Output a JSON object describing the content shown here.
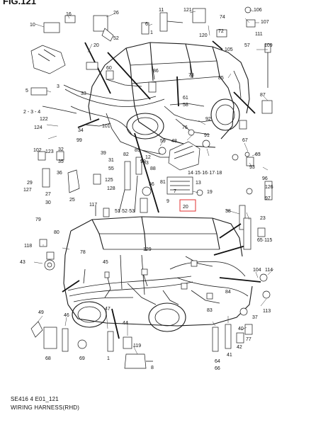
{
  "header": {
    "figure_title": "FIG.121"
  },
  "footer": {
    "code": "SE416 4 E01_121",
    "caption": "WIRING HARNESS(RHD)"
  },
  "callouts": {
    "c1": "10",
    "c2": "16",
    "c3": "26",
    "c4": "11",
    "c5": "121",
    "c6": "74",
    "c7": "106",
    "c8": "107",
    "c9": "111",
    "c10": "72",
    "c11": "120",
    "c12": "6",
    "c13": "20",
    "c14": "52",
    "c15": "105",
    "c16": "57",
    "c17": "109",
    "c18": "1",
    "c19": "85",
    "c20": "60",
    "c21": "86",
    "c22": "73",
    "c23": "5",
    "c24": "33",
    "c25": "3",
    "c26": "2 - 3 - 4",
    "c27": "122",
    "c28": "124",
    "c29": "101",
    "c30": "34",
    "c31": "39",
    "c32": "99",
    "c33": "61",
    "c34": "58",
    "c35": "87",
    "c36": "59",
    "c37": "48",
    "c38": "91",
    "c39": "67",
    "c40": "76",
    "c41": "92",
    "c42": "102",
    "c43": "123",
    "c44": "32",
    "c45": "35",
    "c46": "36",
    "c47": "31",
    "c48": "55",
    "c49": "82",
    "c50": "89",
    "c51": "90",
    "c52": "88",
    "c53": "14·15·16·17·18",
    "c54": "19",
    "c55": "13",
    "c56": "81",
    "c57": "63",
    "c58": "93",
    "c59": "96",
    "c60": "126",
    "c61": "97",
    "c62": "53",
    "c63": "56",
    "c64": "127",
    "c65": "29",
    "c66": "25",
    "c67": "125",
    "c68": "27",
    "c69": "30",
    "c70": "128",
    "c71": "12",
    "c72": "9",
    "c73": "7",
    "c74": "117",
    "c75": "51·52·53",
    "c76": "20",
    "c77": "38",
    "c78": "23",
    "c79": "79",
    "c80": "80",
    "c81": "118",
    "c82": "78",
    "c83": "129",
    "c84": "65·115",
    "c85": "43",
    "c86": "45",
    "c87": "104",
    "c88": "114",
    "c89": "113",
    "c90": "49",
    "c91": "46",
    "c92": "47",
    "c93": "84",
    "c94": "44",
    "c95": "119",
    "c96": "83",
    "c97": "77",
    "c98": "42",
    "c99": "41",
    "c100": "37",
    "c101": "40",
    "c102": "68",
    "c103": "69",
    "c104": "64",
    "c105": "66",
    "c106": "1",
    "c107": "8"
  }
}
